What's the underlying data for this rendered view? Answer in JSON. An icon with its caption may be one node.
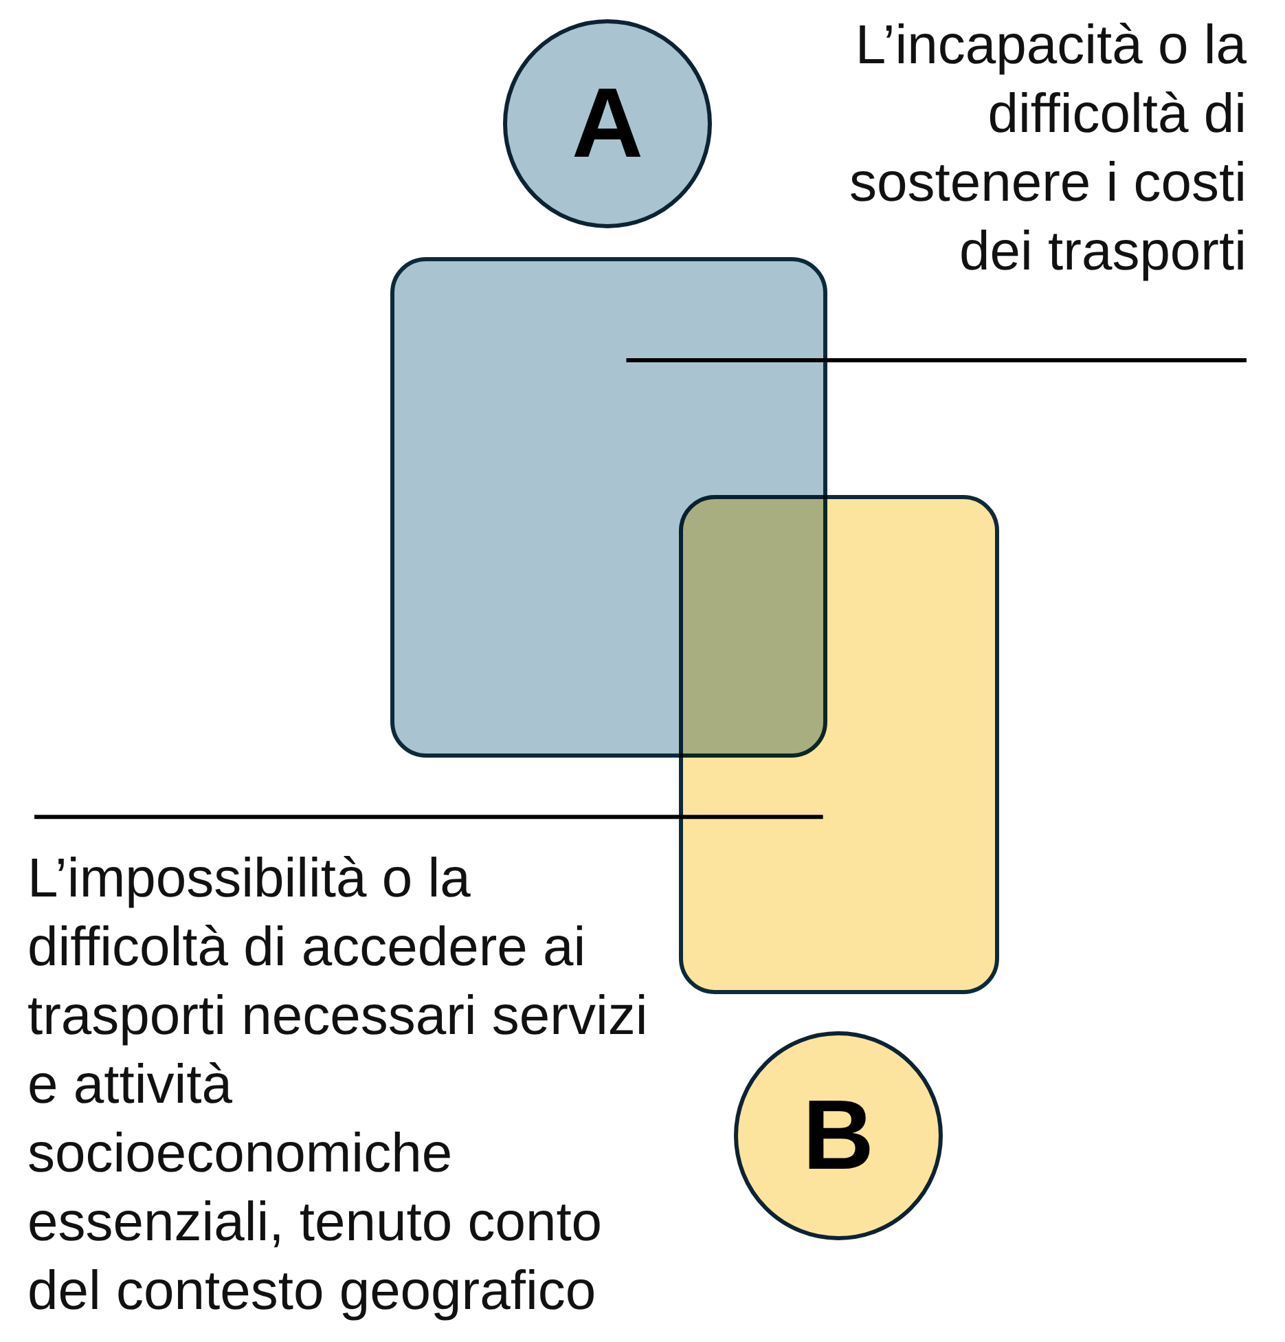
{
  "diagram": {
    "nodes": [
      {
        "text": [
          "A"
        ]
      },
      {
        "text": [],
        "shape": "box"
      },
      {
        "text": [
          "L’incapacità o la difficoltà di sostenere i costi dei trasporti"
        ]
      },
      {
        "text": [],
        "shape": "box"
      },
      {
        "text": [
          "B"
        ]
      },
      {
        "text": [
          "L’impossibilità o la difficoltà di accedere ai trasporti necessari servizi e attività socioeconomiche essenziali, tenuto conto del contesto geografico"
        ]
      }
    ],
    "edges": [
      {
        "from": 2,
        "to": 1,
        "arrow": "none"
      },
      {
        "from": 5,
        "to": 3,
        "arrow": "none"
      }
    ]
  }
}
